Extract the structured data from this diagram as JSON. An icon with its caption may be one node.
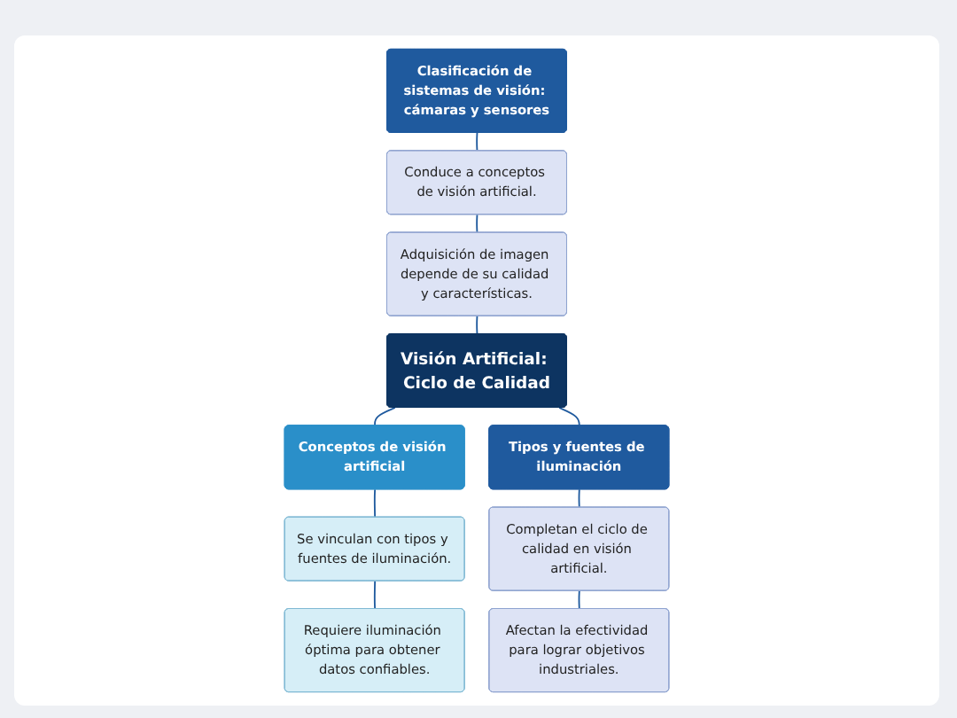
{
  "diagram": {
    "nodes": [
      {
        "text": [
          "Clasificación de sistemas de visión: cámaras y sensores"
        ]
      },
      {
        "text": [
          "Conduce a conceptos de visión artificial."
        ]
      },
      {
        "text": [
          "Adquisición de imagen depende de su calidad y características."
        ]
      },
      {
        "text": [
          "Visión Artificial: Ciclo de Calidad"
        ]
      },
      {
        "text": [
          "Conceptos de visión artificial"
        ]
      },
      {
        "text": [
          "Se vinculan con tipos y fuentes de iluminación."
        ]
      },
      {
        "text": [
          "Requiere iluminación óptima para obtener datos confiables."
        ]
      },
      {
        "text": [
          "Tipos y fuentes de iluminación"
        ]
      },
      {
        "text": [
          "Completan el ciclo de calidad en visión artificial."
        ]
      },
      {
        "text": [
          "Afectan la efectividad para lograr objetivos industriales."
        ]
      }
    ],
    "edges": [
      {
        "from": 0,
        "to": 1,
        "arrow": "none"
      },
      {
        "from": 1,
        "to": 2,
        "arrow": "none"
      },
      {
        "from": 2,
        "to": 3,
        "arrow": "none"
      },
      {
        "from": 3,
        "to": 4,
        "arrow": "none"
      },
      {
        "from": 4,
        "to": 5,
        "arrow": "none"
      },
      {
        "from": 5,
        "to": 6,
        "arrow": "none"
      },
      {
        "from": 3,
        "to": 7,
        "arrow": "none"
      },
      {
        "from": 7,
        "to": 8,
        "arrow": "none"
      },
      {
        "from": 8,
        "to": 9,
        "arrow": "none"
      }
    ]
  }
}
